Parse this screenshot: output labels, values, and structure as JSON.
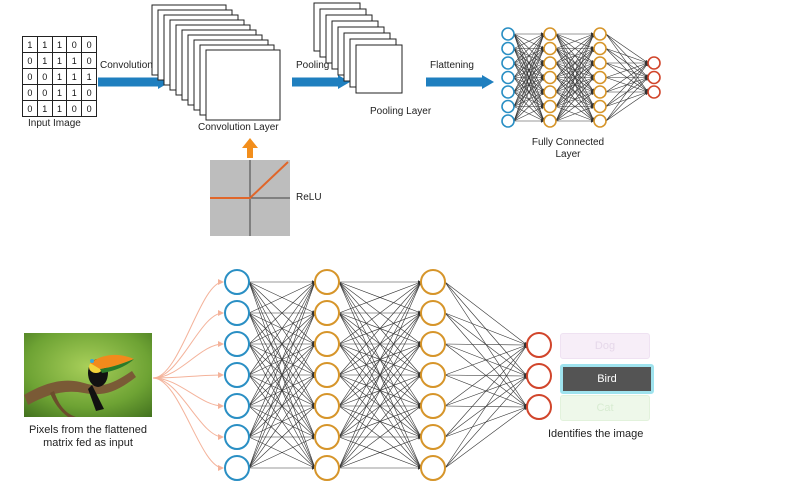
{
  "input_image": {
    "label": "Input Image",
    "matrix": [
      [
        "1",
        "1",
        "1",
        "0",
        "0"
      ],
      [
        "0",
        "1",
        "1",
        "1",
        "0"
      ],
      [
        "0",
        "0",
        "1",
        "1",
        "1"
      ],
      [
        "0",
        "0",
        "1",
        "1",
        "0"
      ],
      [
        "0",
        "1",
        "1",
        "0",
        "0"
      ]
    ]
  },
  "arrows": {
    "convolution": "Convolution",
    "pooling": "Pooling",
    "flattening": "Flattening"
  },
  "layers": {
    "convolution": "Convolution Layer",
    "pooling": "Pooling Layer",
    "relu": "ReLU",
    "fully_connected": [
      "Fully Connected",
      "Layer"
    ]
  },
  "bottom": {
    "input_caption": [
      "Pixels from the flattened",
      "matrix fed as input"
    ],
    "output_caption": "Identifies the image",
    "classes": [
      {
        "label": "Dog",
        "active": false,
        "fill": "#f7eef8",
        "border": "#efe2f2",
        "text_color": "#e6d8ea"
      },
      {
        "label": "Bird",
        "active": true,
        "fill": "#545454",
        "border": "#9fe3ee",
        "text_color": "#ffffff"
      },
      {
        "label": "Cat",
        "active": false,
        "fill": "#eef8ea",
        "border": "#e2f2dc",
        "text_color": "#d8ecd2"
      }
    ]
  },
  "colors": {
    "blue_node": "#2a8fc4",
    "orange_node": "#d6952a",
    "red_node": "#d1452b",
    "arrow_blue": "#1f7fbf",
    "arrow_orange": "#f28e1c",
    "relu_line": "#e0662a",
    "relu_bg": "#bdbdbd",
    "input_links": "#f4b39b"
  }
}
